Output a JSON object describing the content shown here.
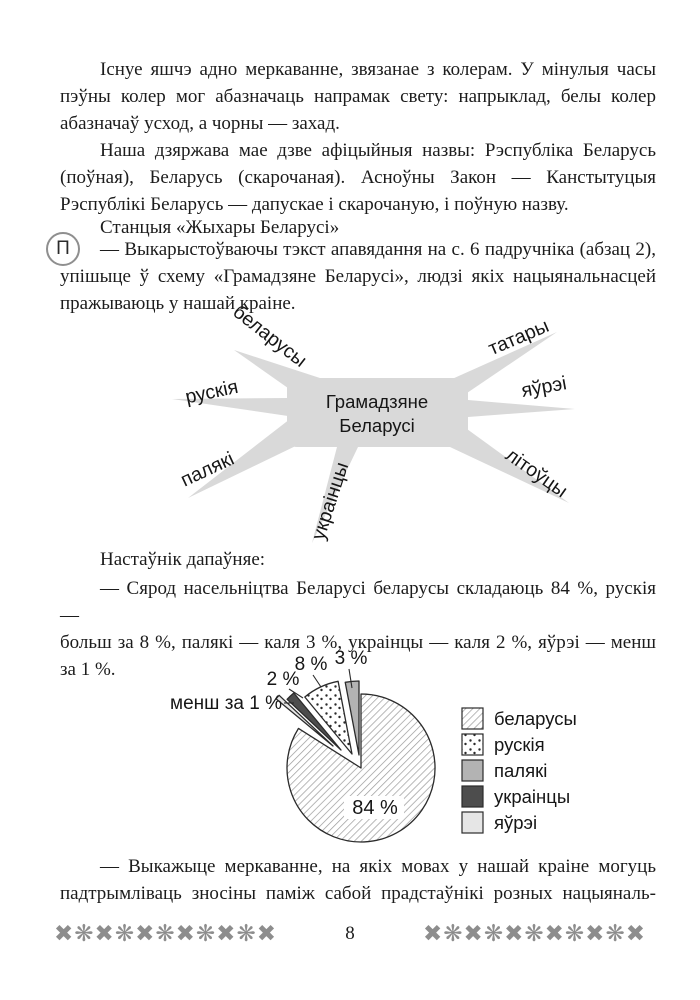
{
  "page": {
    "paragraph1_lines": [
      "Існуе яшчэ адно меркаванне, звязанае з колерам. У мінулыя часы",
      "пэўны колер мог абазначаць напрамак свету: напрыклад, белы колер",
      "абазначаў усход, а чорны — захад."
    ],
    "paragraph2_lines": [
      "Наша дзяржава мае дзве афіцыйныя назвы: Рэспубліка Беларусь",
      "(поўная), Беларусь (скарочаная). Асноўны Закон — Канстытуцыя",
      "Рэспублікі Беларусь — дапускае і скарочаную, і поўную назву."
    ],
    "station_line": "Станцыя «Жыхары Беларусі»",
    "margin_letter": "П",
    "task_lines": [
      "— Выкарыстоўваючы тэкст апавядання на с. 6 падручніка (абзац 2),",
      "упішыце ў схему «Грамадзяне Беларусі», людзі якіх нацыянальнасцей",
      "пражываюць у нашай краіне."
    ],
    "teacher_line": "Настаўнік дапаўняе:",
    "stats_lines": [
      "— Сярод насельніцтва Беларусі беларусы складаюць 84 %, рускія —",
      "больш за 8 %, палякі — каля 3 %, украінцы — каля 2 %, яўрэі — менш",
      "за 1 %."
    ],
    "final_lines": [
      "— Выкажыце меркаванне, на якіх мовах у нашай краіне могуць",
      "падтрымліваць зносіны паміж сабой прадстаўнікі розных нацыяналь-"
    ],
    "page_number": "8",
    "ornament": "✖❋✖❋✖❋✖❋✖❋✖"
  },
  "diagram": {
    "center": {
      "line1": "Грамадзяне",
      "line2": "Беларусі"
    },
    "labels": [
      "беларусы",
      "рускія",
      "палякі",
      "украінцы",
      "татары",
      "яўрэі",
      "літоўцы"
    ],
    "branch_color": "#d9d9d9"
  },
  "chart_data": {
    "type": "pie",
    "categories": [
      "беларусы",
      "рускія",
      "палякі",
      "украінцы",
      "яўрэі"
    ],
    "values": [
      84,
      8,
      3,
      2,
      1
    ],
    "labels": [
      "84 %",
      "8 %",
      "3 %",
      "2 %",
      "менш за 1 %"
    ],
    "value_note": "яўрэі — менш за 1 %",
    "legend_position": "right",
    "fill_styles": [
      "diagonal-hatch",
      "dots",
      "#b3b3b3",
      "#4d4d4d",
      "#e6e6e6"
    ],
    "exploded": [
      "рускія",
      "палякі",
      "украінцы",
      "яўрэі"
    ]
  }
}
